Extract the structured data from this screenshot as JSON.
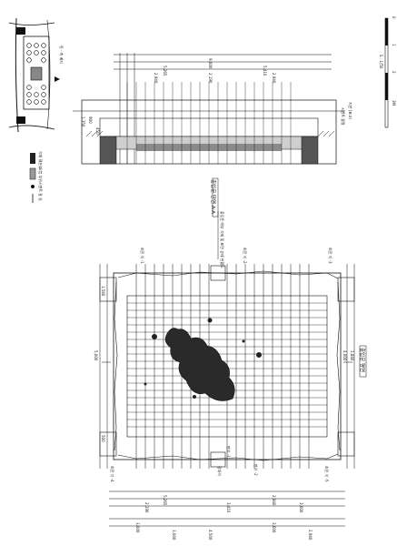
{
  "section": {
    "title": "출입문 단면 A-A",
    "dimensions": [
      "5,265",
      "2,940",
      "5,410",
      "2,190",
      "2,940",
      "9,600"
    ],
    "height_labels": [
      "1,350",
      "900",
      "450"
    ],
    "level_label": "지반 (표고)",
    "callout": "시멘트 몰탈"
  },
  "plan": {
    "title": "출입문 평면",
    "dimensions_top": [
      "5,265",
      "2,940",
      "2,190",
      "3,410",
      "3,600"
    ],
    "dimensions_bottom": [
      "3,600",
      "4,500",
      "3,600",
      "2,940",
      "3,000"
    ],
    "side_dimensions": [
      "5,000",
      "1,560",
      "4,000",
      "1,840",
      "500"
    ],
    "callouts": [
      "회전 석 -1",
      "회전 석 -2",
      "회전 석 -3",
      "회전 석 -4",
      "회전 석 -5",
      "장대석",
      "판석 -1",
      "판석 -2"
    ],
    "note": "출입문 하부 석재 및 표면 상태 현황도"
  },
  "legend": {
    "items": [
      "석재 훼손부",
      "오염 부위",
      "시멘트",
      "결 실"
    ]
  },
  "key_plan": {
    "label": "동 - 측 배치"
  },
  "scale_bar": {
    "values": [
      "0",
      "1",
      "2",
      "3M"
    ],
    "label": "S : 1/50"
  }
}
